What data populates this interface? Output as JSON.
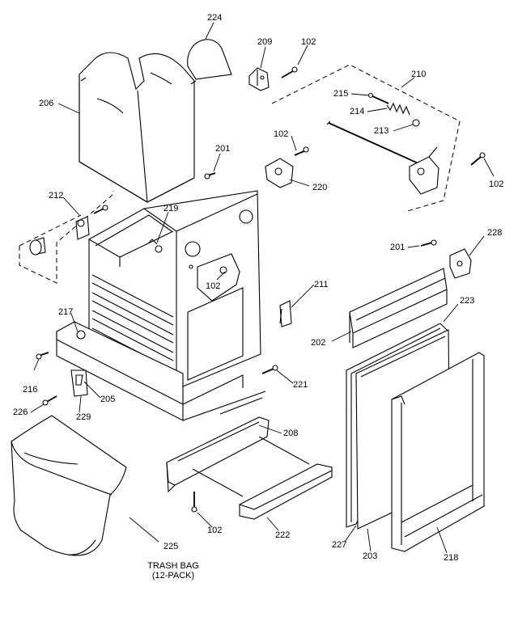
{
  "callouts": {
    "c224": "224",
    "c209": "209",
    "c102a": "102",
    "c210": "210",
    "c206": "206",
    "c215": "215",
    "c214": "214",
    "c213": "213",
    "c102b": "102",
    "c201a": "201",
    "c220": "220",
    "c102c": "102",
    "c212": "212",
    "c219": "219",
    "c228": "228",
    "c201b": "201",
    "c102d": "102",
    "c211": "211",
    "c217": "217",
    "c223": "223",
    "c202": "202",
    "c216": "216",
    "c221": "221",
    "c226": "226",
    "c229": "229",
    "c205": "205",
    "c208": "208",
    "c102e": "102",
    "c222": "222",
    "c227": "227",
    "c203": "203",
    "c218": "218",
    "c225": "225"
  },
  "caption": {
    "line1": "TRASH BAG",
    "line2": "(12-PACK)"
  }
}
